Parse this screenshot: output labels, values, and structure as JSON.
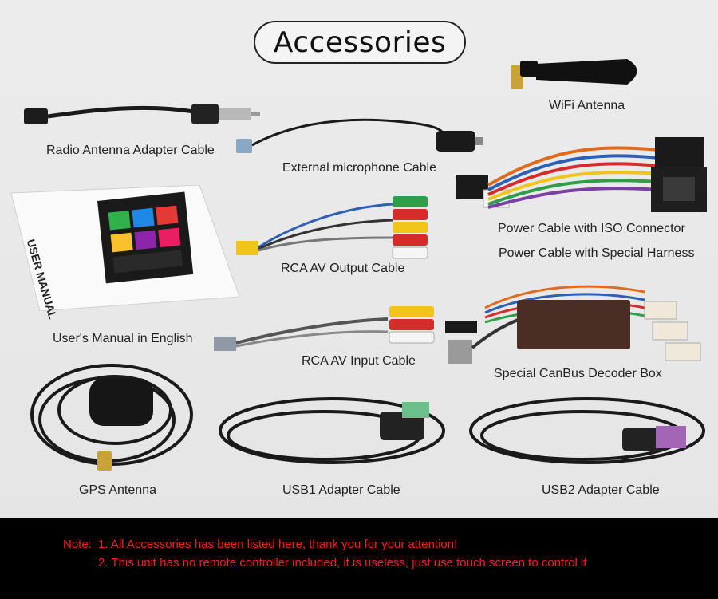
{
  "title": "Accessories",
  "items": {
    "radio_antenna_adapter": "Radio Antenna Adapter Cable",
    "external_microphone": "External microphone Cable",
    "wifi_antenna": "WiFi Antenna",
    "power_cable_iso": "Power Cable with ISO Connector",
    "power_cable_special": "Power Cable with Special Harness",
    "rca_av_output": "RCA AV Output Cable",
    "users_manual": "User's Manual in English",
    "manual_cover_text": "USER MANUAL",
    "rca_av_input": "RCA AV Input Cable",
    "canbus_decoder": "Special CanBus Decoder Box",
    "gps_antenna": "GPS Antenna",
    "usb1_adapter": "USB1 Adapter Cable",
    "usb2_adapter": "USB2 Adapter Cable"
  },
  "note": {
    "prefix": "Note:",
    "line1": "1. All Accessories has been listed here, thank you for your attention!",
    "line2": "2. This unit has no remote controller included, it is useless, just use touch screen to control it"
  },
  "colors": {
    "note_text": "#ff1a1a",
    "note_background": "#000000",
    "page_background": "#e8e8e8"
  }
}
